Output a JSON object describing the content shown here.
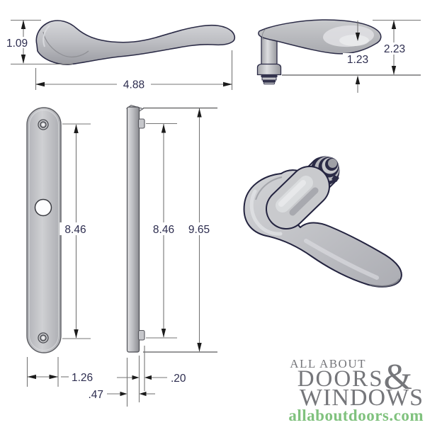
{
  "dimensions": {
    "lever_height": "1.09",
    "lever_length": "4.88",
    "handle_total_height": "2.23",
    "handle_clearance": "1.23",
    "plate_hole_spacing": "8.46",
    "plate_side_hole_spacing": "8.46",
    "plate_total_height": "9.65",
    "plate_width": "1.26",
    "plate_thickness": ".47",
    "boss_depth": ".20"
  },
  "logo": {
    "line1": "ALL ABOUT",
    "line2": "DOORS",
    "ampersand": "&",
    "line3": "WINDOWS",
    "website": "allaboutdoors.com"
  },
  "colors": {
    "metal_fill": "#c6c7cb",
    "metal_outline": "#2b2b46",
    "dimension_line": "#767676",
    "dimension_text": "#2d2d4f",
    "logo_gray": "#75767a",
    "logo_green": "#80c27e",
    "background": "#ffffff"
  }
}
